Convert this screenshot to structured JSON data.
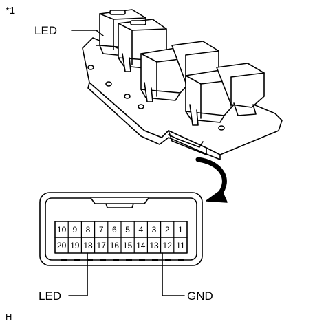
{
  "figure_marker": "*1",
  "labels": {
    "led_top": "LED",
    "led_bottom": "LED",
    "gnd": "GND",
    "corner": "H"
  },
  "connector": {
    "top_row": [
      "10",
      "9",
      "8",
      "7",
      "6",
      "5",
      "4",
      "3",
      "2",
      "1"
    ],
    "bottom_row": [
      "20",
      "19",
      "18",
      "17",
      "16",
      "15",
      "14",
      "13",
      "12",
      "11"
    ]
  }
}
